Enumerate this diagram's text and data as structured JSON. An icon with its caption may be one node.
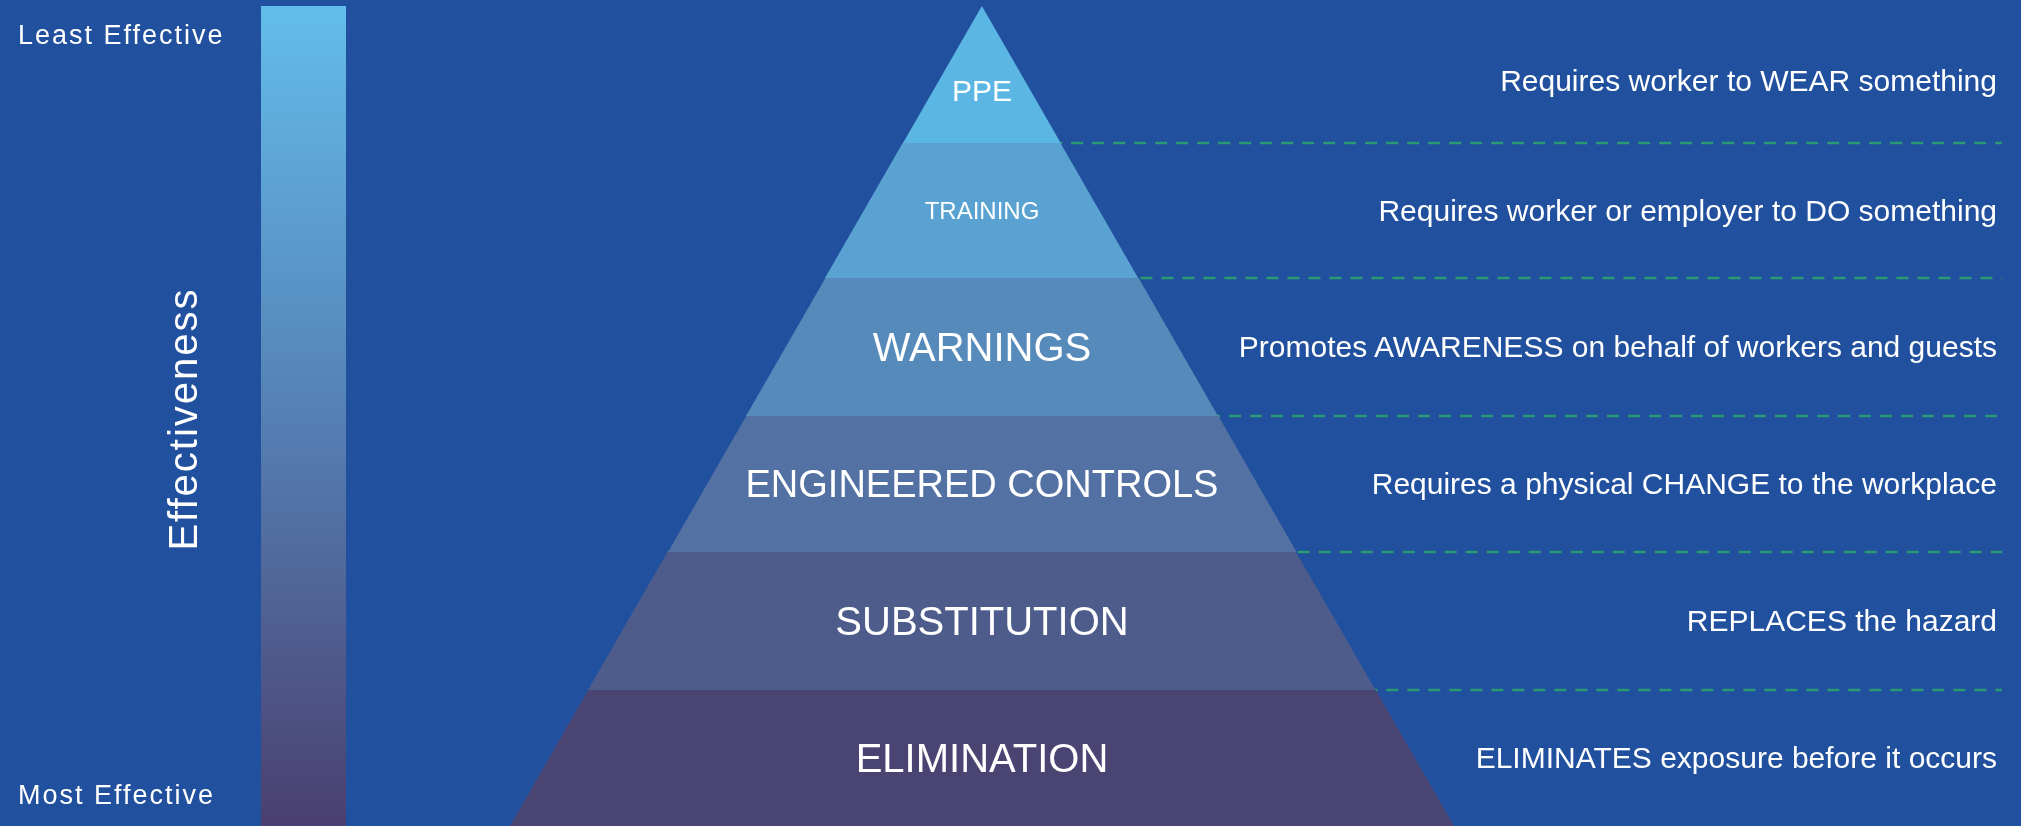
{
  "diagram": {
    "nodes": [
      {
        "text": [],
        "shape": "bar"
      },
      {
        "text": [
          "PPE"
        ]
      },
      {
        "text": [
          "TRAINING"
        ]
      },
      {
        "text": [
          "WARNINGS"
        ]
      },
      {
        "text": [
          "ENGINEERED CONTROLS"
        ]
      },
      {
        "text": [
          "SUBSTITUTION"
        ]
      },
      {
        "text": [
          "ELIMINATION"
        ]
      }
    ],
    "labels": [
      "Least Effective",
      "Effectiveness",
      "Most Effective",
      "Requires worker to WEAR something",
      "Requires worker or employer to DO something",
      "Promotes AWARENESS on behalf of workers and guests",
      "Requires a physical CHANGE to the workplace",
      "REPLACES the hazard",
      "ELIMINATES exposure before it occurs"
    ]
  }
}
